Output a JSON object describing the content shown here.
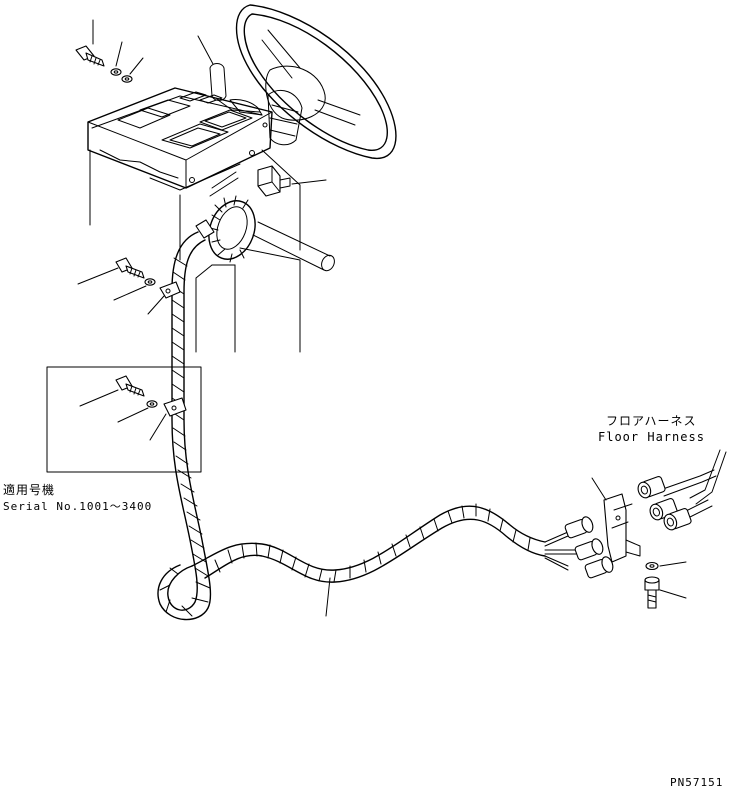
{
  "labels": {
    "floor_harness_jp": "フロアハーネス",
    "floor_harness_en": "Floor Harness",
    "serial_jp": "適用号機",
    "serial_en": "Serial No.1001～3400",
    "drawing_code": "PN57151"
  },
  "colors": {
    "ink": "#000000",
    "paper": "#ffffff"
  }
}
